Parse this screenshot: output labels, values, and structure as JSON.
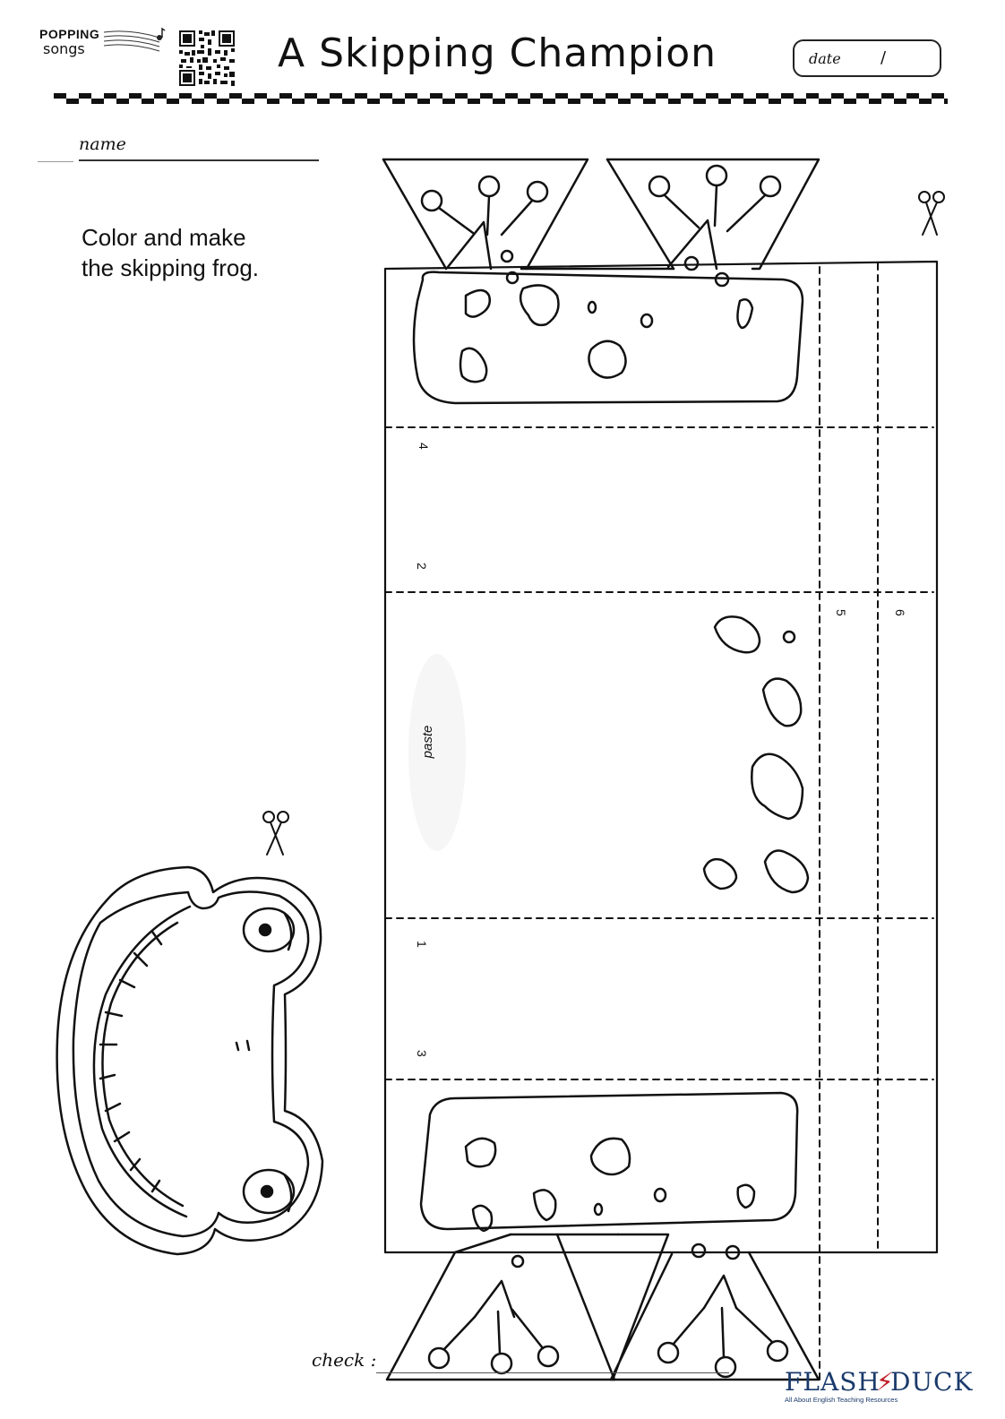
{
  "header": {
    "brand_line1": "POPPING",
    "brand_line2": "songs",
    "title": "A Skipping Champion",
    "date_label": "date",
    "date_separator": "/"
  },
  "form": {
    "name_label": "name",
    "check_label": "check :"
  },
  "instruction": {
    "line1": "Color and make",
    "line2": "the skipping frog."
  },
  "craft": {
    "fold_numbers": [
      "4",
      "2",
      "1",
      "3",
      "5",
      "6"
    ],
    "paste_label": "paste"
  },
  "footer": {
    "publisher_word1": "FLASH",
    "publisher_word2": "DUCK",
    "publisher_tagline": "All About English Teaching Resources"
  }
}
